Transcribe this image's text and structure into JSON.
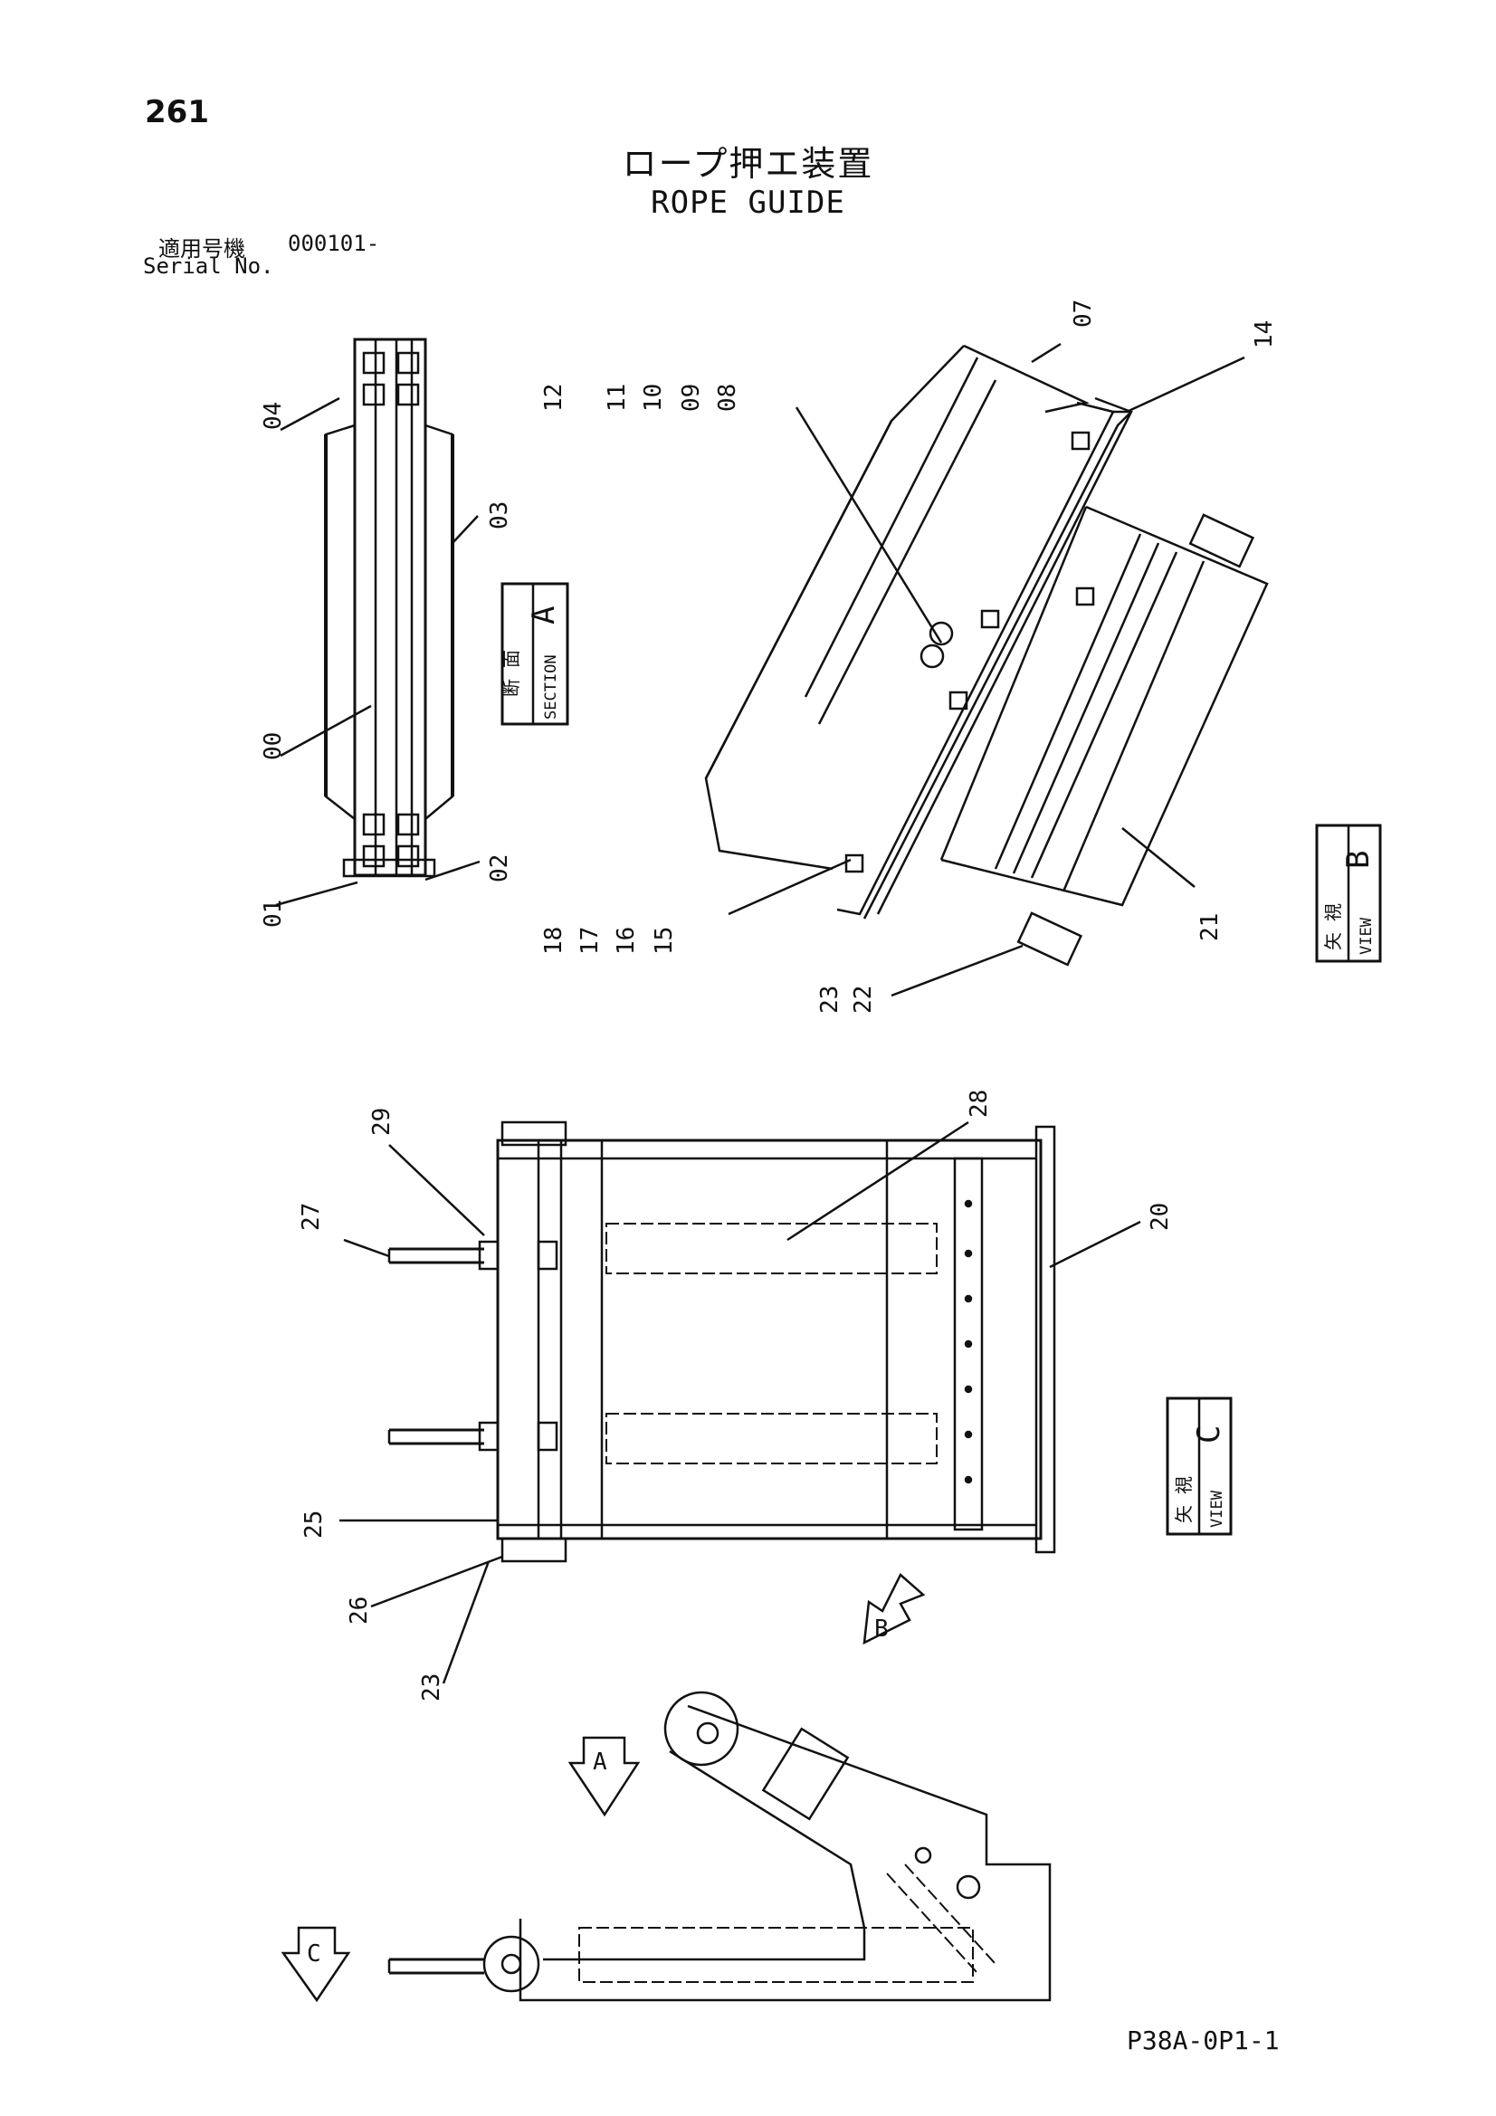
{
  "page_number": "261",
  "title_jp": "ロープ押エ装置",
  "title_en": "ROPE GUIDE",
  "serial": {
    "label_jp": "適用号機",
    "value": "000101-",
    "label_en": "Serial No."
  },
  "drawing_code": "P38A-0P1-1",
  "view_labels": {
    "section_a": {
      "kanji": "断 面",
      "text": "SECTION",
      "letter": "A"
    },
    "view_b": {
      "kanji": "矢 視",
      "text": "VIEW",
      "letter": "B"
    },
    "view_c": {
      "kanji": "矢 視",
      "text": "VIEW",
      "letter": "C"
    }
  },
  "view_arrows": [
    "A",
    "B",
    "C"
  ],
  "part_numbers": {
    "p00": "00",
    "p01": "01",
    "p02": "02",
    "p03": "03",
    "p04": "04",
    "p07": "07",
    "p08": "08",
    "p09": "09",
    "p10": "10",
    "p11": "11",
    "p12": "12",
    "p14": "14",
    "p15": "15",
    "p16": "16",
    "p17": "17",
    "p18": "18",
    "p20": "20",
    "p21": "21",
    "p22": "22",
    "p23a": "23",
    "p23b": "23",
    "p25": "25",
    "p26": "26",
    "p27": "27",
    "p28": "28",
    "p29": "29"
  }
}
